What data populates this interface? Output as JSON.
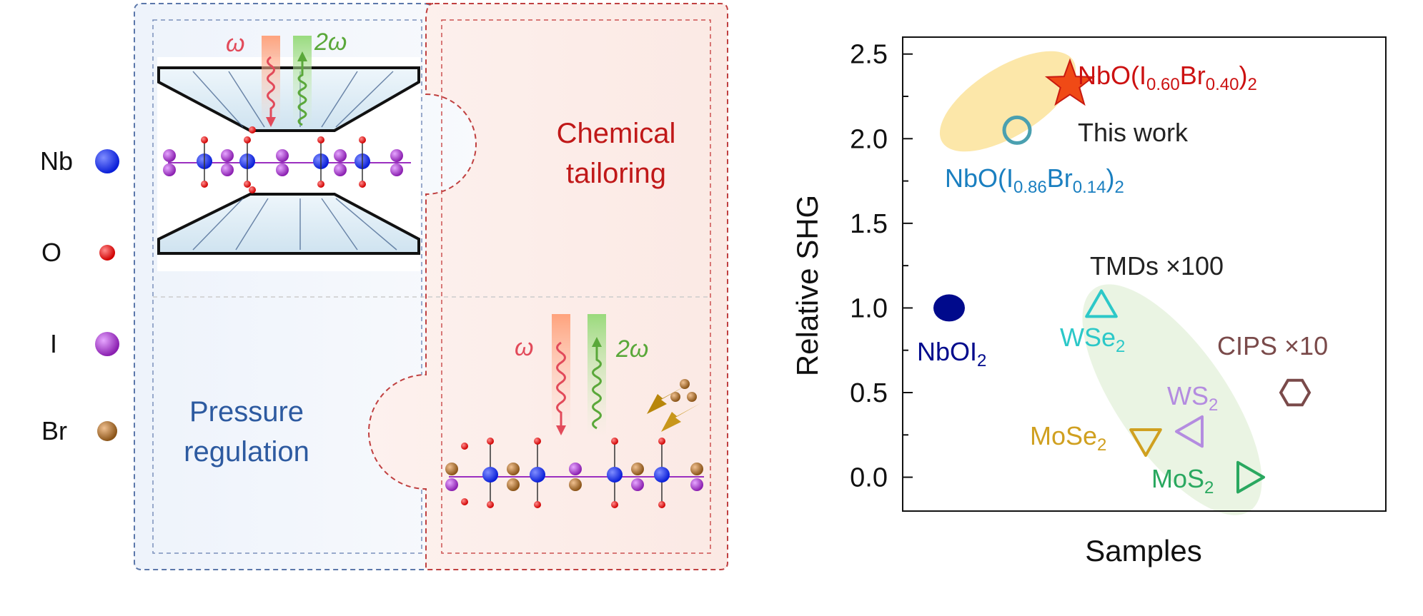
{
  "legend": [
    {
      "symbol": "Nb",
      "color": "#0a1fd8"
    },
    {
      "symbol": "O",
      "color": "#e01010"
    },
    {
      "symbol": "I",
      "color": "#9b2fc0"
    },
    {
      "symbol": "Br",
      "color": "#a86a2a"
    }
  ],
  "diagram": {
    "omega": "ω",
    "two_omega": "2ω",
    "chemical": [
      "Chemical",
      "tailoring"
    ],
    "pressure": [
      "Pressure",
      "regulation"
    ]
  },
  "chart_data": {
    "type": "scatter",
    "ylabel": "Relative SHG",
    "xlabel": "Samples",
    "ylim": [
      -0.2,
      2.6
    ],
    "yticks": [
      "0.0",
      "0.5",
      "1.0",
      "1.5",
      "2.0",
      "2.5"
    ],
    "group_labels": {
      "this_work": "This work",
      "tmds": "TMDs ×100",
      "cips": "CIPS ×10"
    },
    "points": [
      {
        "label": "NbO(I0.60Br0.40)2",
        "y": 2.32,
        "marker": "star",
        "color": "#cc1111"
      },
      {
        "label": "NbO(I0.86Br0.14)2",
        "y": 2.05,
        "marker": "circle-open",
        "color": "#1a7fc0"
      },
      {
        "label": "NbOI2",
        "y": 1.0,
        "marker": "circle-filled",
        "color": "#000a8c"
      },
      {
        "label": "WSe2",
        "y": 1.0,
        "marker": "triangle-up",
        "color": "#2cc8c8"
      },
      {
        "label": "CIPS",
        "y": 0.5,
        "marker": "hexagon",
        "color": "#7a4a4a"
      },
      {
        "label": "WS2",
        "y": 0.27,
        "marker": "triangle-left",
        "color": "#b48ce0"
      },
      {
        "label": "MoSe2",
        "y": 0.23,
        "marker": "triangle-down",
        "color": "#d0a020"
      },
      {
        "label": "MoS2",
        "y": 0.0,
        "marker": "triangle-right",
        "color": "#2aa860"
      }
    ]
  }
}
